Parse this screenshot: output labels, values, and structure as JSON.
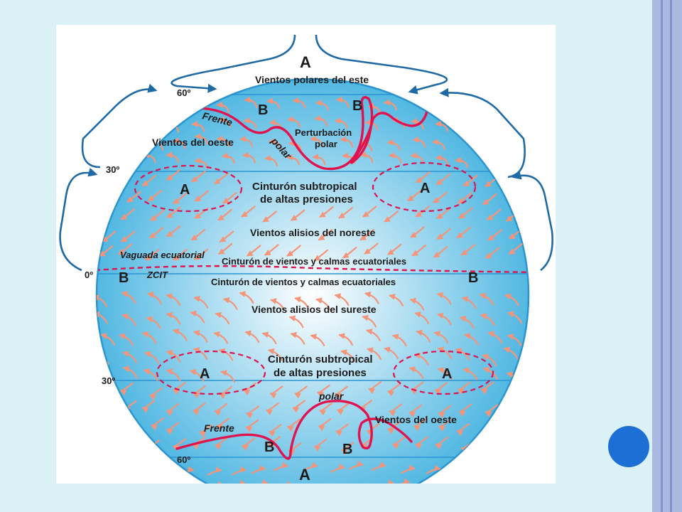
{
  "colors": {
    "slide_bg": "#daf1f6",
    "border_outer": "#aab9e0",
    "border_inner": "#7f94c9",
    "dot": "#1d6fd6",
    "globe_center": "#ffffff",
    "globe_edge": "#52b8e2",
    "globe_outline": "#2b95d0",
    "cell_arrow": "#1f6aa5",
    "wind_arrow": "#f4957a",
    "front_line": "#e0134f",
    "text": "#1b1b1b"
  },
  "latitudes": {
    "n60": "60º",
    "n30": "30º",
    "eq": "0º",
    "s30": "30º",
    "s60": "60º"
  },
  "pressure": {
    "high": "A",
    "low": "B"
  },
  "labels": {
    "polar_easterlies": "Vientos polares del este",
    "front_n": "Frente",
    "polar_n": "polar",
    "polar_disturbance_1": "Perturbación",
    "polar_disturbance_2": "polar",
    "westerlies_n": "Vientos del oeste",
    "subtropical_n_1": "Cinturón subtropical",
    "subtropical_n_2": "de altas presiones",
    "ne_trades": "Vientos alisios del noreste",
    "trough": "Vaguada ecuatorial",
    "itcz": "ZCIT",
    "doldrums_1": "Cinturón de vientos y calmas ecuatoriales",
    "doldrums_2": "Cinturón de vientos y calmas ecuatoriales",
    "se_trades": "Vientos alisios del sureste",
    "subtropical_s_1": "Cinturón subtropical",
    "subtropical_s_2": "de altas presiones",
    "polar_s": "polar",
    "front_s": "Frente",
    "westerlies_s": "Vientos del oeste"
  }
}
